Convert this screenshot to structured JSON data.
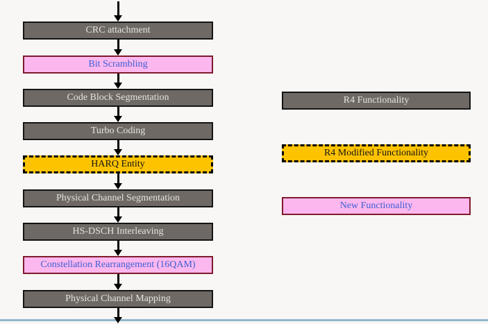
{
  "flow": {
    "steps": [
      {
        "label": "CRC attachment",
        "type": "r4"
      },
      {
        "label": "Bit Scrambling",
        "type": "new"
      },
      {
        "label": "Code Block Segmentation",
        "type": "r4"
      },
      {
        "label": "Turbo Coding",
        "type": "r4"
      },
      {
        "label": "HARQ Entity",
        "type": "r4-modified"
      },
      {
        "label": "Physical Channel Segmentation",
        "type": "r4"
      },
      {
        "label": "HS-DSCH Interleaving",
        "type": "r4"
      },
      {
        "label": "Constellation Rearrangement (16QAM)",
        "type": "new"
      },
      {
        "label": "Physical Channel Mapping",
        "type": "r4"
      }
    ]
  },
  "legend": {
    "items": [
      {
        "label": "R4 Functionality",
        "type": "r4"
      },
      {
        "label": "R4 Modified Functionality",
        "type": "r4-modified"
      },
      {
        "label": "New Functionality",
        "type": "new"
      }
    ]
  },
  "colors": {
    "r4_fill": "#6e6965",
    "r4_text": "#e6e3df",
    "r4_border": "#141414",
    "new_fill": "#fbb7ee",
    "new_text": "#3c5fd6",
    "new_border": "#7f1a2b",
    "r4_modified_fill": "#fdc300",
    "r4_modified_text": "#141414",
    "r4_modified_border": "#000000",
    "arrow": "#000000",
    "baseline": "#8fb8cf",
    "background": "#f8f7f6"
  }
}
